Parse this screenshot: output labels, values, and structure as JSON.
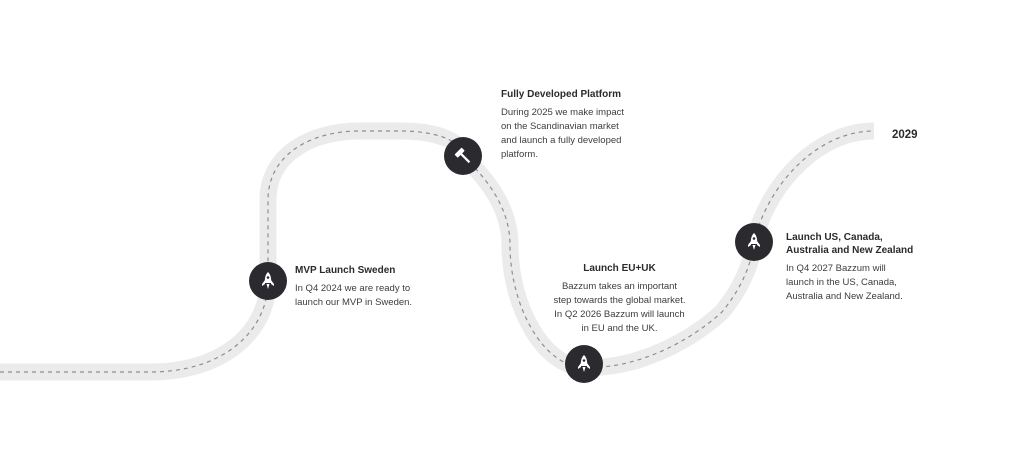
{
  "milestones": [
    {
      "title": "MVP Launch Sweden",
      "body": "In Q4 2024 we are ready to launch our MVP in Sweden.",
      "icon": "rocket-icon"
    },
    {
      "title": "Fully Developed Platform",
      "body": "During 2025 we make impact on the Scandinavian market and launch a fully developed platform.",
      "icon": "hammer-icon"
    },
    {
      "title": "Launch EU+UK",
      "body": "Bazzum takes an important step towards the global market. In Q2 2026 Bazzum will launch in EU and the UK.",
      "icon": "rocket-icon"
    },
    {
      "title": "Launch US, Canada, Australia and New Zealand",
      "body": "In Q4 2027 Bazzum will launch in the US, Canada, Australia and New Zealand.",
      "icon": "rocket-icon"
    }
  ],
  "end_label": "2029",
  "colors": {
    "road": "#ebebeb",
    "road_dashes": "#8e8e8e",
    "node": "#2b2a2e",
    "text": "#3d3c40",
    "heading": "#2b2a2e"
  }
}
